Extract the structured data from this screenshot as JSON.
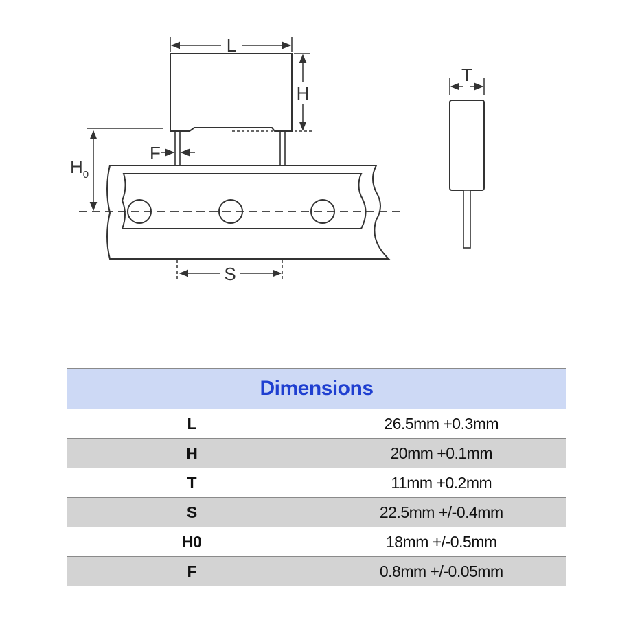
{
  "diagram": {
    "labels": {
      "L": "L",
      "H": "H",
      "T": "T",
      "S": "S",
      "F": "F",
      "H0_main": "H",
      "H0_sub": "0"
    }
  },
  "table": {
    "title": "Dimensions",
    "colors": {
      "header_bg": "#cdd9f5",
      "header_text": "#1f3fd0",
      "alt_row": "#d3d3d3"
    },
    "rows": [
      {
        "param": "L",
        "value": "26.5mm +0.3mm"
      },
      {
        "param": "H",
        "value": "20mm +0.1mm"
      },
      {
        "param": "T",
        "value": "11mm +0.2mm"
      },
      {
        "param": "S",
        "value": "22.5mm +/-0.4mm"
      },
      {
        "param": "H0",
        "value": "18mm +/-0.5mm"
      },
      {
        "param": "F",
        "value": "0.8mm +/-0.05mm"
      }
    ]
  }
}
